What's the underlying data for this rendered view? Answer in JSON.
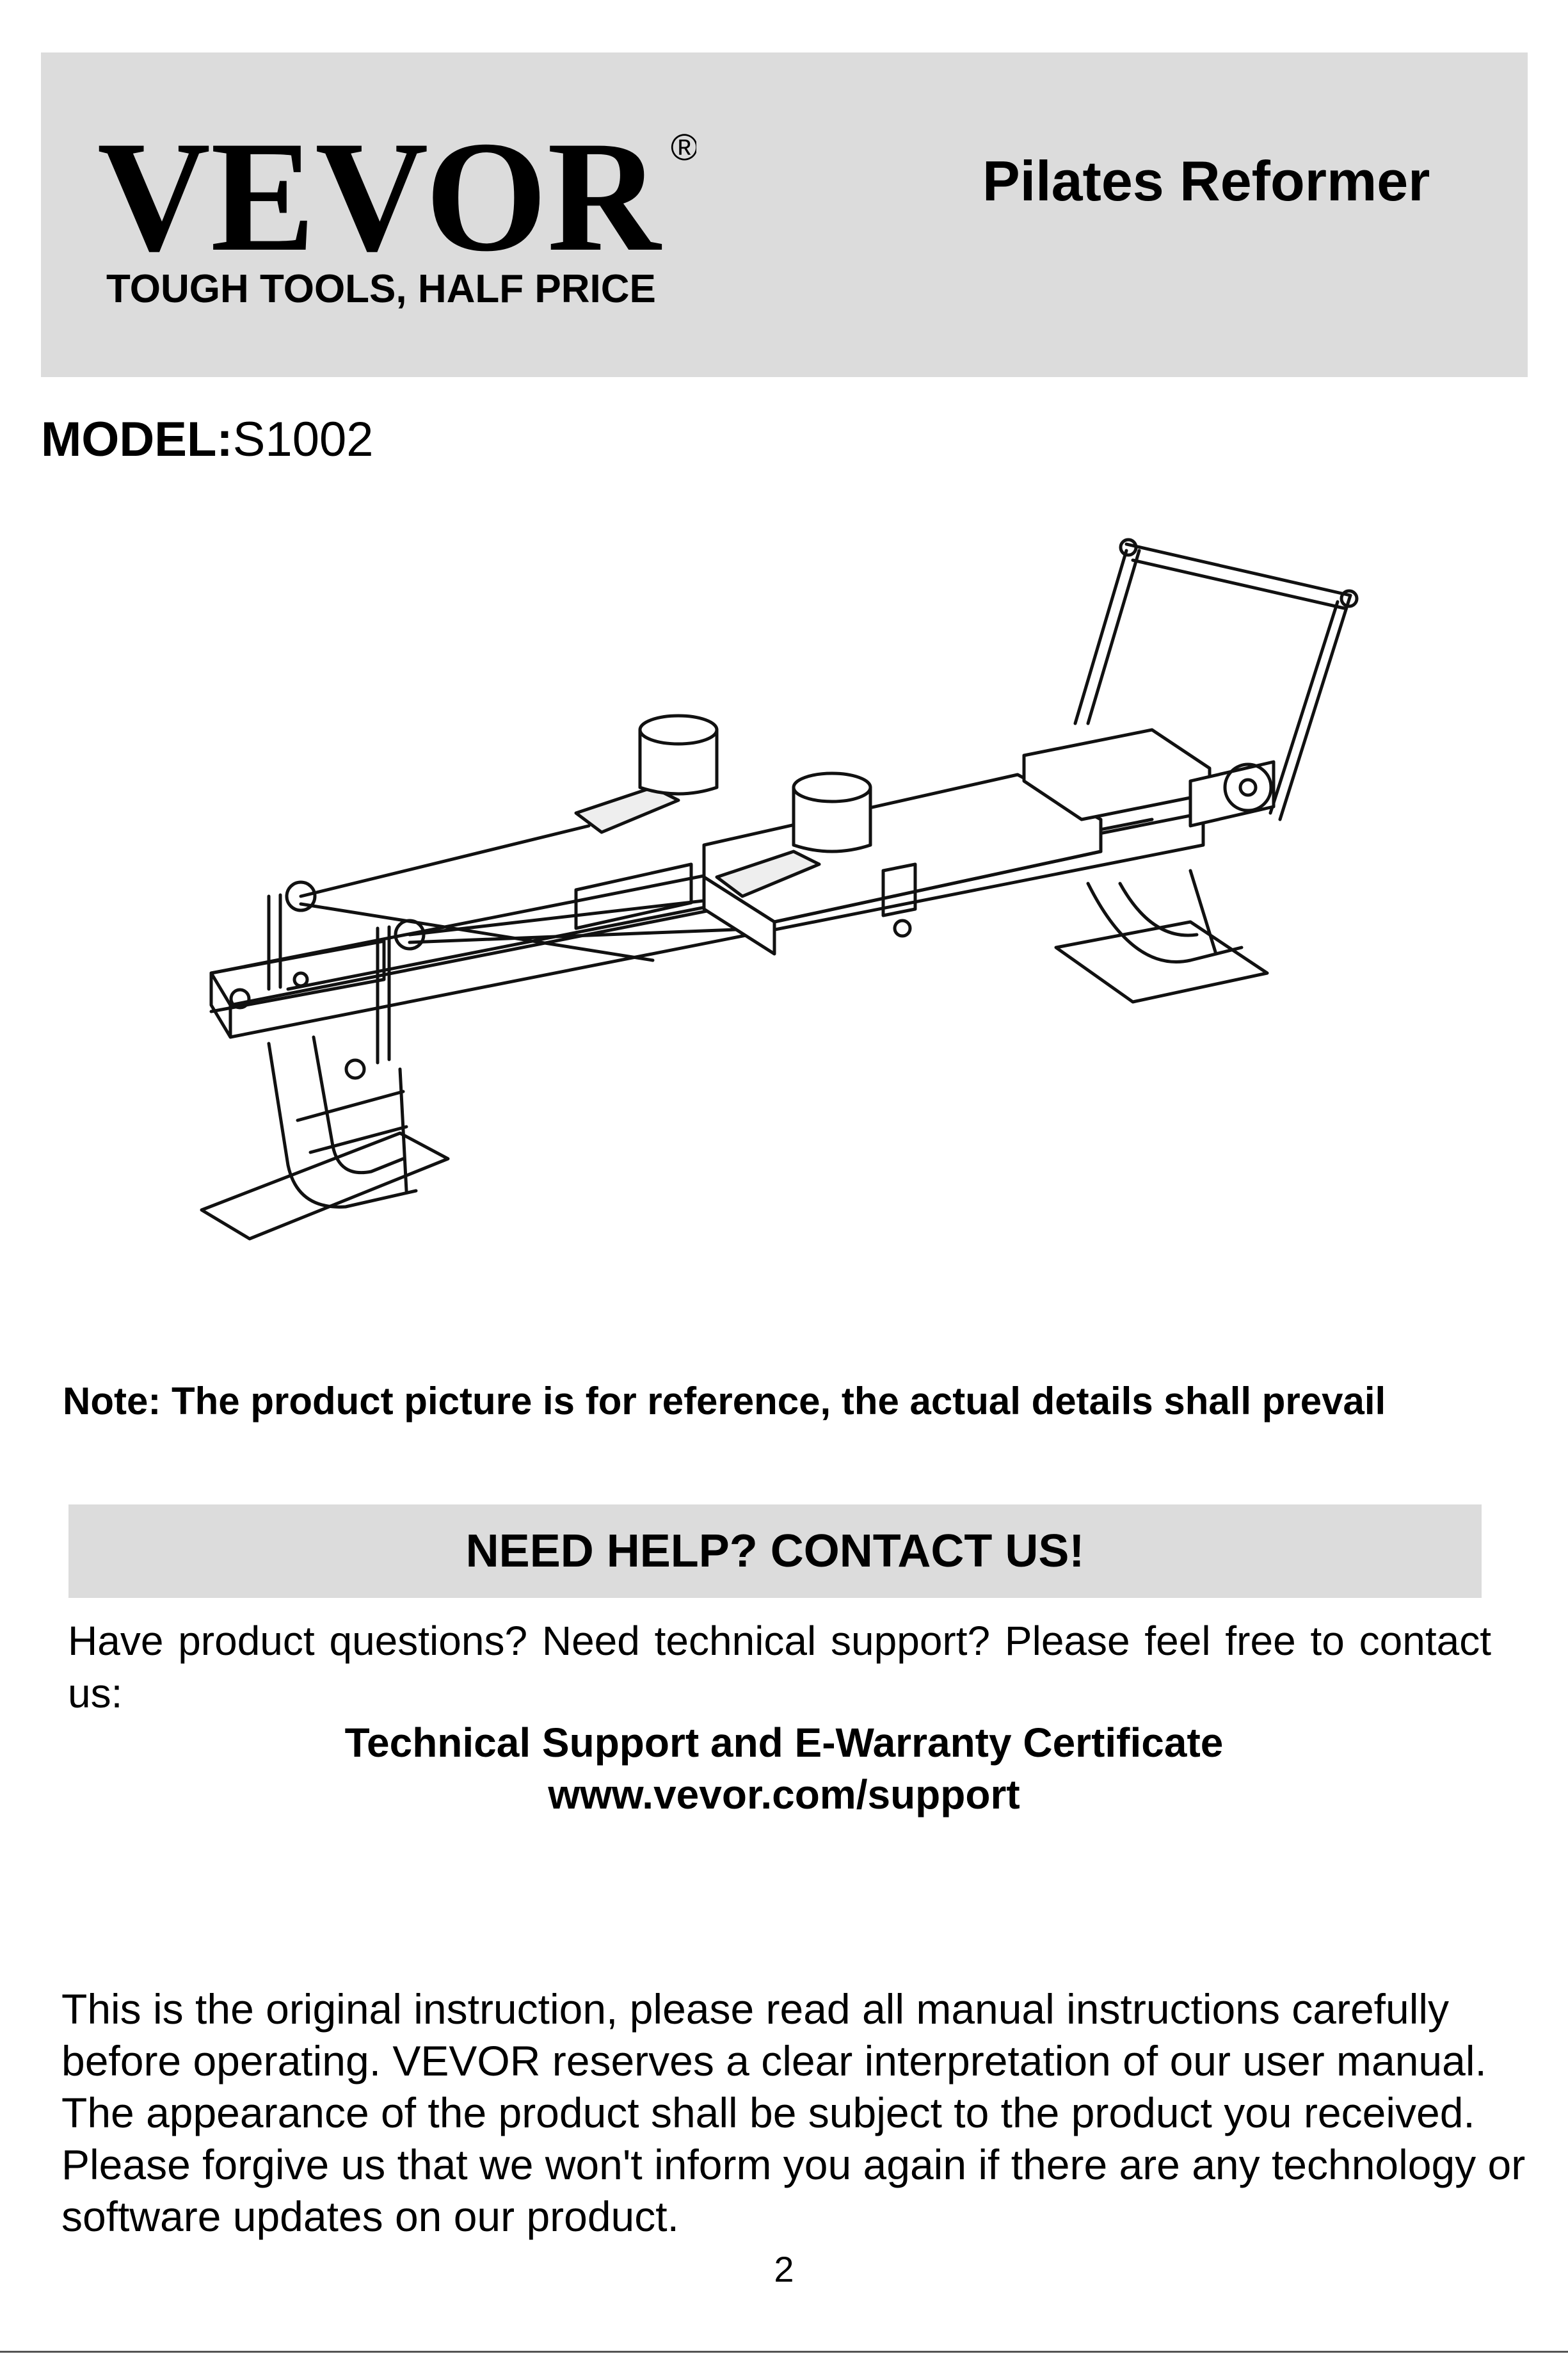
{
  "header": {
    "brand_name": "VEVOR",
    "registered_mark": "®",
    "tagline": "TOUGH TOOLS, HALF PRICE",
    "product_title": "Pilates Reformer"
  },
  "model": {
    "label": "MODEL:",
    "value": "S1002"
  },
  "illustration": {
    "subject": "pilates-reformer-drawing"
  },
  "note": "Note: The product picture is for reference, the actual details shall prevail",
  "help": {
    "title": "NEED HELP? CONTACT US!",
    "text": "Have product questions? Need technical support? Please feel free to contact us:",
    "support_title": "Technical Support and E-Warranty Certificate",
    "support_url": "www.vevor.com/support"
  },
  "disclaimer": "This is the original instruction, please read all manual instructions carefully before operating. VEVOR reserves a clear interpretation of our user manual. The appearance of the product shall be subject to the product you received. Please forgive us that we won't inform you again if there are any technology or software updates on our product.",
  "page_number": "2",
  "colors": {
    "band_gray": "#dcdcdc",
    "text": "#000000"
  }
}
